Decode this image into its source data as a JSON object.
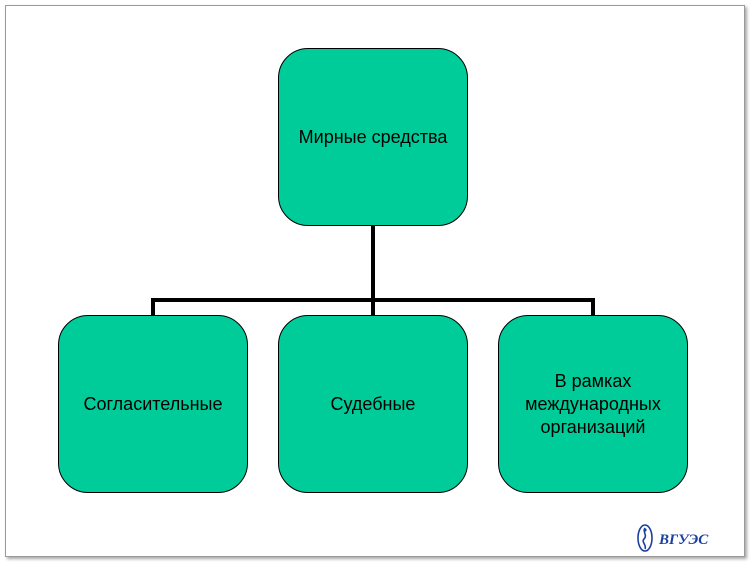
{
  "diagram": {
    "root": {
      "label": "Мирные средства"
    },
    "children": [
      {
        "label": "Согласительные"
      },
      {
        "label": "Судебные"
      },
      {
        "label": "В рамках международных организаций"
      }
    ]
  },
  "logo": {
    "text": "ВГУЭС"
  },
  "colors": {
    "node_fill": "#00cc99",
    "node_border": "#000000",
    "connector": "#000000",
    "logo_blue": "#1a3fa0"
  }
}
